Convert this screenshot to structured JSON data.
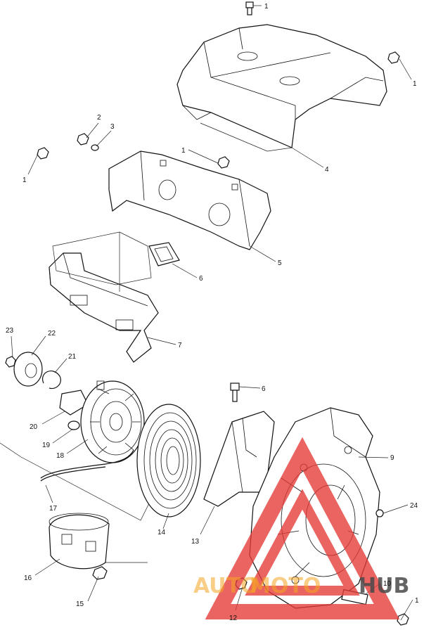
{
  "callouts": [
    {
      "id": "c1a",
      "text": "1"
    },
    {
      "id": "c1b",
      "text": "1"
    },
    {
      "id": "c1c",
      "text": "1"
    },
    {
      "id": "c1d",
      "text": "1"
    },
    {
      "id": "c1e",
      "text": "1"
    },
    {
      "id": "c2",
      "text": "2"
    },
    {
      "id": "c3",
      "text": "3"
    },
    {
      "id": "c4",
      "text": "4"
    },
    {
      "id": "c5",
      "text": "5"
    },
    {
      "id": "c6a",
      "text": "6"
    },
    {
      "id": "c6b",
      "text": "6"
    },
    {
      "id": "c7",
      "text": "7"
    },
    {
      "id": "c9",
      "text": "9"
    },
    {
      "id": "c10",
      "text": "10"
    },
    {
      "id": "c12",
      "text": "12"
    },
    {
      "id": "c13",
      "text": "13"
    },
    {
      "id": "c14",
      "text": "14"
    },
    {
      "id": "c15",
      "text": "15"
    },
    {
      "id": "c16",
      "text": "16"
    },
    {
      "id": "c17",
      "text": "17"
    },
    {
      "id": "c18",
      "text": "18"
    },
    {
      "id": "c19",
      "text": "19"
    },
    {
      "id": "c20",
      "text": "20"
    },
    {
      "id": "c21",
      "text": "21"
    },
    {
      "id": "c22",
      "text": "22"
    },
    {
      "id": "c23",
      "text": "23"
    },
    {
      "id": "c24",
      "text": "24"
    }
  ],
  "watermark": {
    "text_left": "AUTO",
    "text_mid": "MOTO",
    "text_right": "HUB",
    "color_primary": "#e53935",
    "color_secondary": "#f5a623",
    "color_dark": "#4a4a4a"
  }
}
